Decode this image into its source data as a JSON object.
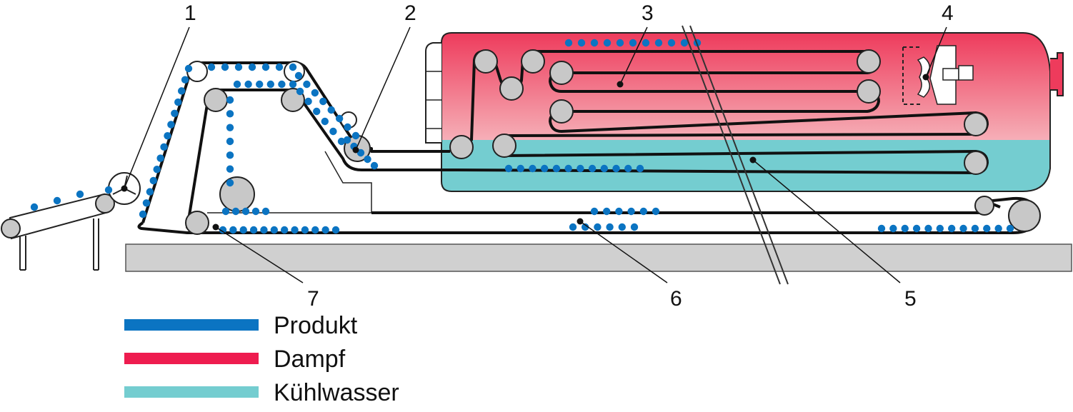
{
  "colors": {
    "produkt": "#0b74c2",
    "dampf": "#ee1c4f",
    "dampf_light": "#f7c8cc",
    "kuehlwasser": "#74cdd0",
    "floor": "#d0d0d0",
    "belt": "#111111",
    "roller": "#c8c8c8"
  },
  "callouts": [
    {
      "number": "1"
    },
    {
      "number": "2"
    },
    {
      "number": "3"
    },
    {
      "number": "4"
    },
    {
      "number": "5"
    },
    {
      "number": "6"
    },
    {
      "number": "7"
    }
  ],
  "legend": [
    {
      "label": "Produkt",
      "color": "#0b74c2"
    },
    {
      "label": "Dampf",
      "color": "#ee1c4f"
    },
    {
      "label": "Kühlwasser",
      "color": "#74cdd0"
    }
  ]
}
